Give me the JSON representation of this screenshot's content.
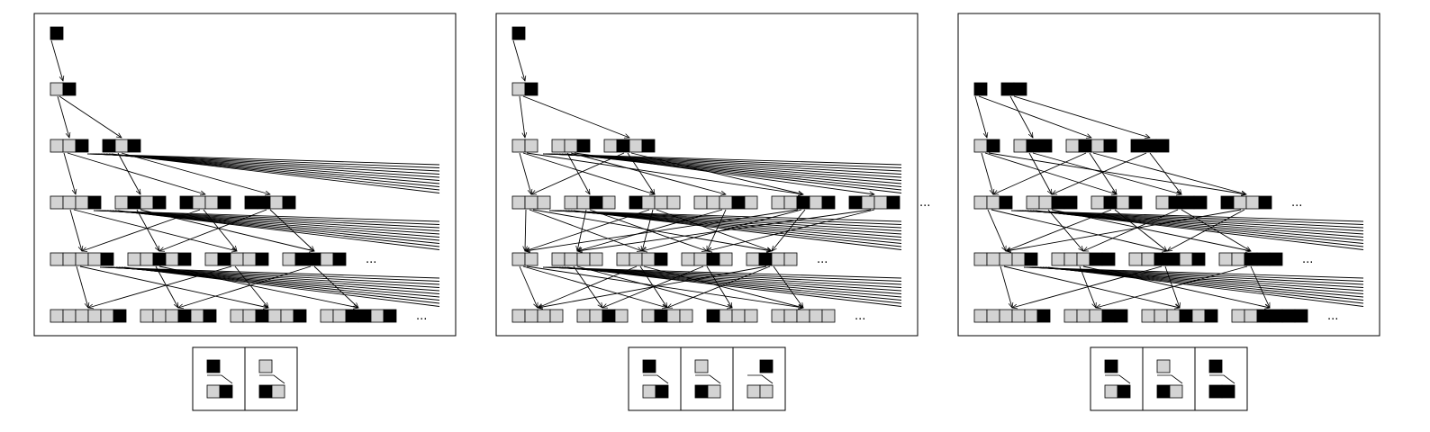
{
  "figure": {
    "cell_colors": {
      "light": "#d3d3d3",
      "dark": "#000000",
      "stroke": "#000000"
    },
    "ellipsis": "...",
    "panels": [
      {
        "name": "panel-1",
        "rows": [
          [
            "B"
          ],
          [
            "WB"
          ],
          [
            "WWB",
            "BWB"
          ],
          [
            "WWWB",
            "WBWB",
            "BWWB",
            "BBWB"
          ],
          [
            "WWWWB",
            "WWBWB",
            "WBWWB",
            "WBBWB"
          ],
          [
            "WWWWWB",
            "WWWBWB",
            "WWBWWB",
            "WWBBWB"
          ]
        ],
        "ellipsis_rows": [
          4,
          5
        ],
        "rules": [
          {
            "from": [
              "B",
              ""
            ],
            "to": [
              "W",
              "B"
            ]
          },
          {
            "from": [
              "W",
              ""
            ],
            "to": [
              "B",
              "W"
            ]
          }
        ]
      },
      {
        "name": "panel-2",
        "rows": [
          [
            "B"
          ],
          [
            "WB"
          ],
          [
            "WW",
            "WWB",
            "WBWB"
          ],
          [
            "WWW",
            "WWBW",
            "BWWW",
            "WWWBW",
            "WWBWB",
            "BWWB"
          ],
          [
            "WW",
            "WWWW",
            "WWWB",
            "WWBW",
            "WBWW"
          ],
          [
            "WWWW",
            "WWBW",
            "WBWW",
            "BWWW",
            "WWWWW"
          ]
        ],
        "ellipsis_rows": [
          3,
          4,
          5
        ],
        "rules": [
          {
            "from": [
              "B",
              ""
            ],
            "to": [
              "W",
              "B"
            ]
          },
          {
            "from": [
              "W",
              ""
            ],
            "to": [
              "B",
              "W"
            ]
          },
          {
            "from": [
              "",
              "B"
            ],
            "to": [
              "W",
              "W"
            ]
          }
        ]
      },
      {
        "name": "panel-3",
        "rows": [
          [
            "B",
            "BB"
          ],
          [
            "WB",
            "WBB",
            "WBWB",
            "BBB"
          ],
          [
            "WWB",
            "WWBB",
            "WBWB",
            "WBBB",
            "BWWB"
          ],
          [
            "WWWWB",
            "WWWBB",
            "WWBBWB",
            "WWBBB"
          ],
          [
            "WWWWWB",
            "WWWBB",
            "WWWBWB",
            "WWBBBB"
          ]
        ],
        "ellipsis_rows": [
          3,
          4,
          5
        ],
        "rules": [
          {
            "from": [
              "B",
              ""
            ],
            "to": [
              "W",
              "B"
            ]
          },
          {
            "from": [
              "W",
              ""
            ],
            "to": [
              "B",
              "W"
            ]
          },
          {
            "from": [
              "B",
              ""
            ],
            "to": [
              "B",
              "B"
            ]
          }
        ]
      }
    ]
  }
}
